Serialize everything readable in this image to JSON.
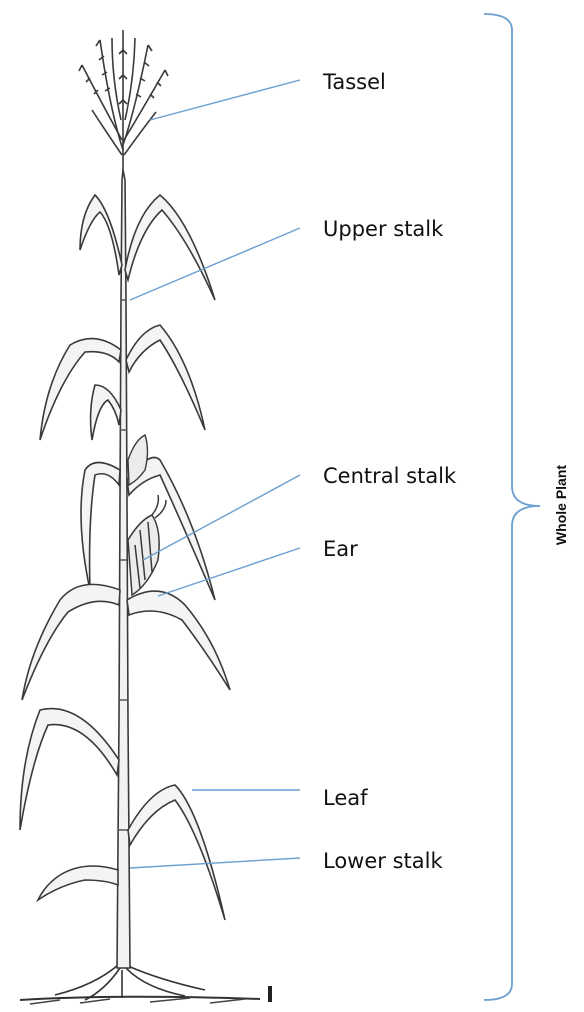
{
  "diagram": {
    "labels": {
      "tassel": "Tassel",
      "upper_stalk": "Upper stalk",
      "central_stalk": "Central stalk",
      "ear": "Ear",
      "leaf": "Leaf",
      "lower_stalk": "Lower stalk"
    },
    "bracket_label": "Whole Plant",
    "colors": {
      "leader_line": "#6a9fd0",
      "bracket": "#6a9fd0",
      "plant_outline": "#3a3a3a",
      "plant_fill": "#f2f2f2"
    }
  }
}
